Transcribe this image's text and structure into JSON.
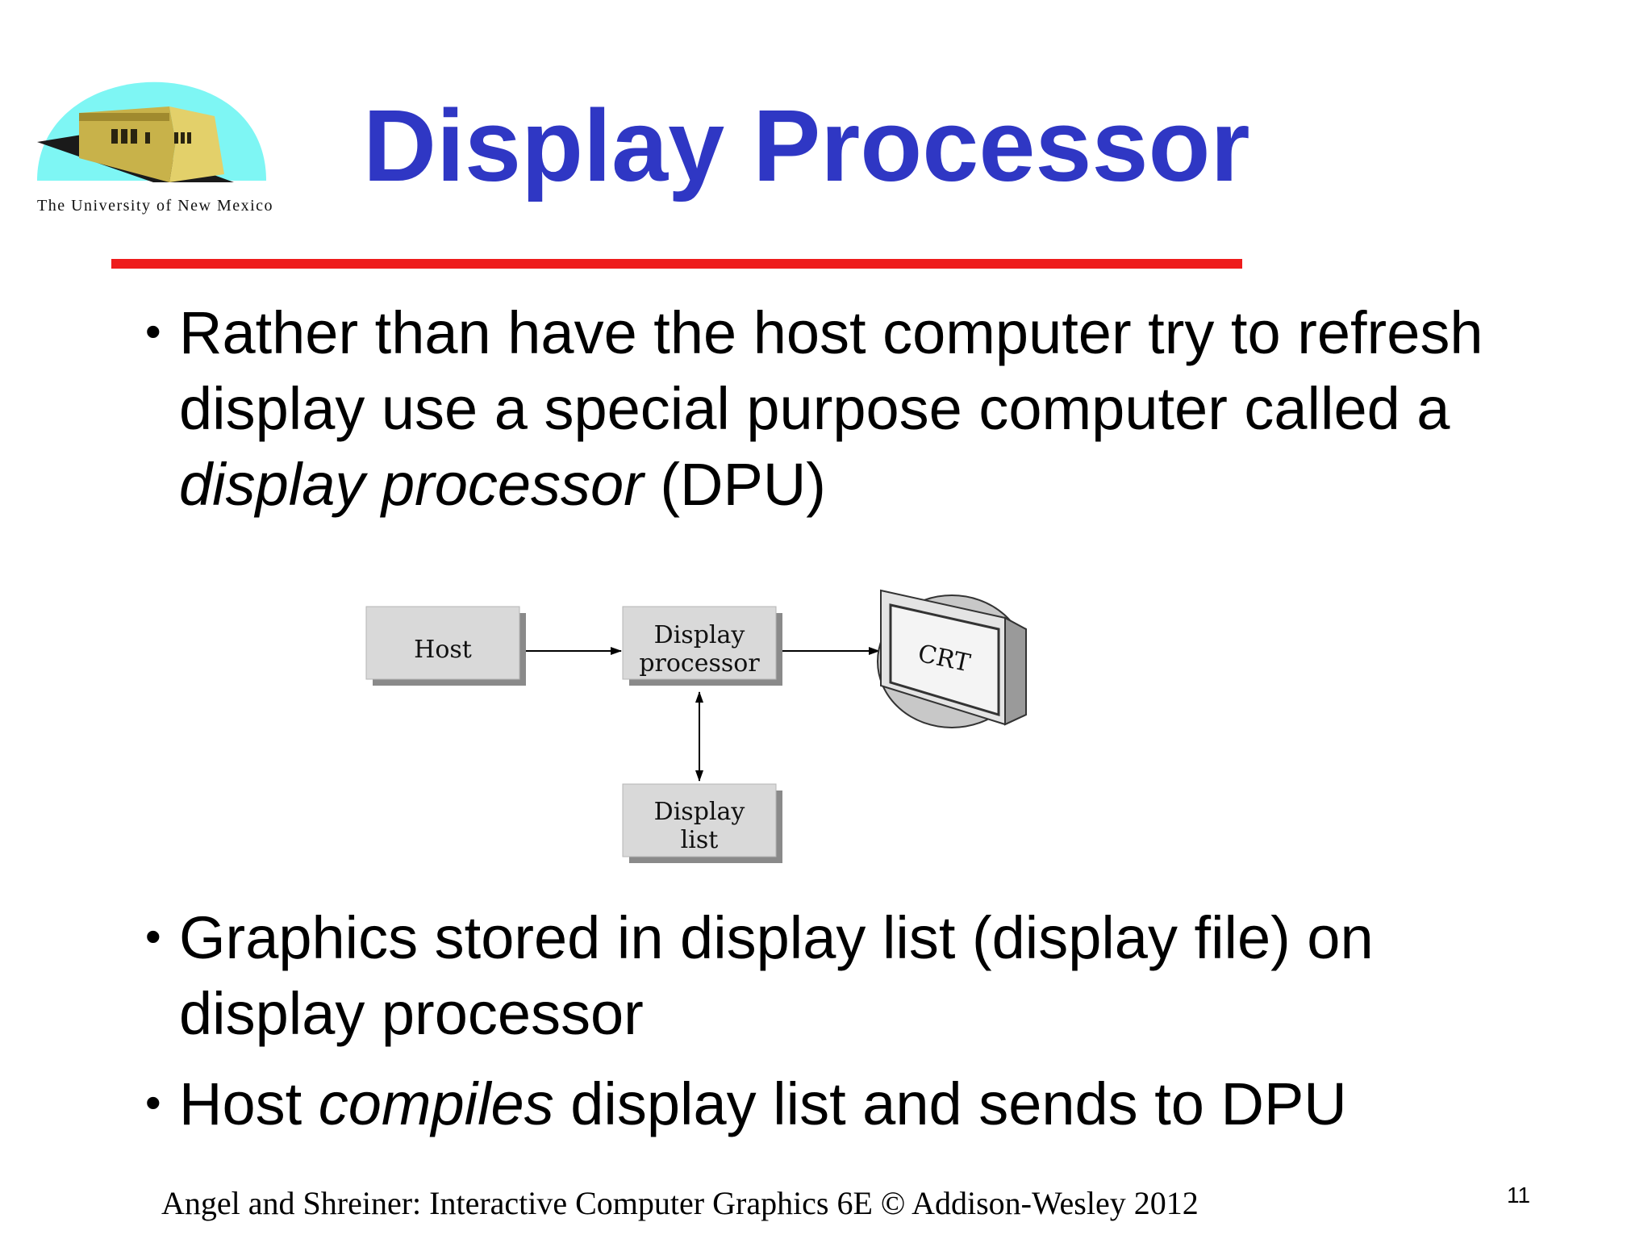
{
  "logo": {
    "caption": "The University of New Mexico"
  },
  "slide": {
    "title": "Display Processor",
    "bullets": [
      {
        "pre": "Rather than have the host computer try to refresh display use a special purpose computer called a ",
        "em": "display processor",
        "post": " (DPU)"
      },
      {
        "text": "Graphics stored in display list (display file) on display processor"
      },
      {
        "pre": "Host ",
        "em": "compiles",
        "post": " display list and sends to DPU"
      }
    ]
  },
  "diagram": {
    "nodes": {
      "host": "Host",
      "display_processor": [
        "Display",
        "processor"
      ],
      "display_list": [
        "Display",
        "list"
      ],
      "crt": "CRT"
    }
  },
  "footer": {
    "credit": "Angel and Shreiner: Interactive Computer Graphics 6E © Addison-Wesley 2012",
    "page_number": "11"
  },
  "colors": {
    "title": "#2f37c4",
    "rule": "#ee1c1c",
    "box_fill": "#d9d9d9",
    "box_shadow": "#8a8a8a"
  }
}
